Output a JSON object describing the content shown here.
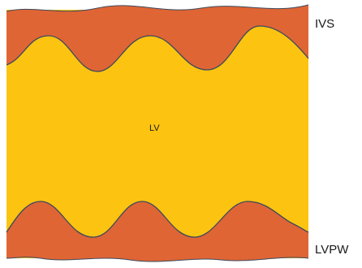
{
  "diagram": {
    "labels": {
      "top_wall": "IVS",
      "cavity": "LV",
      "bottom_wall": "LVPW"
    },
    "colors": {
      "wall": "#DF6535",
      "cavity": "#FCC410",
      "outline": "#3d4a5c",
      "text": "#1a1a1a"
    }
  }
}
